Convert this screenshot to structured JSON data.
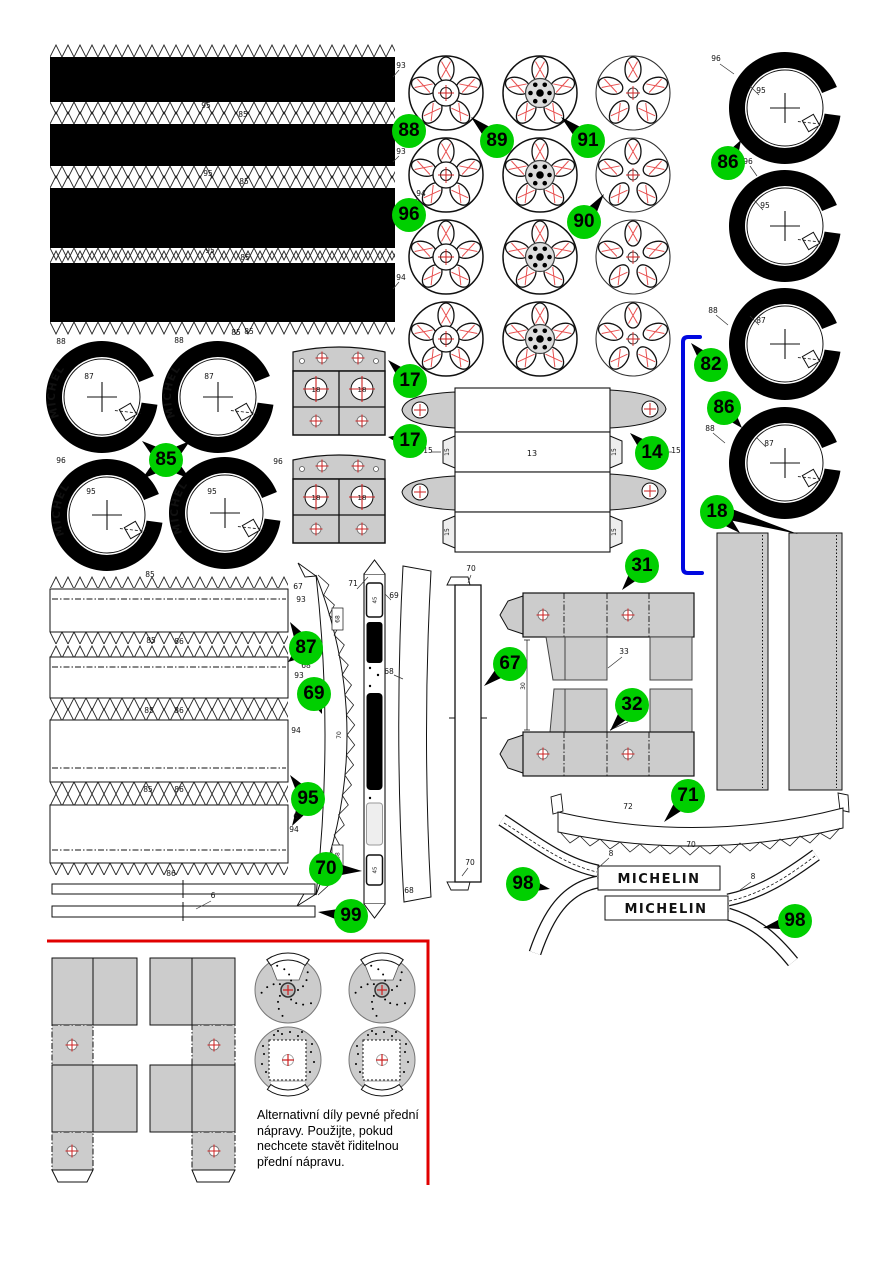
{
  "document_type": "papercraft-model-sheet",
  "colors": {
    "badge_green": "#00cf00",
    "accent_red": "#e10000",
    "bracket_blue": "#0008e0",
    "part_gray": "#cccccc",
    "crosshair_red": "#cc2222",
    "wheel_hatch_red": "#e85050",
    "tread_black": "#000000"
  },
  "tire_brand": "MICHELIN",
  "logos": [
    "MICHELIN",
    "MICHELIN"
  ],
  "badges": [
    "88",
    "96",
    "89",
    "91",
    "90",
    "86",
    "82",
    "86",
    "18",
    "17",
    "17",
    "14",
    "85",
    "87",
    "69",
    "95",
    "67",
    "31",
    "32",
    "71",
    "70",
    "99",
    "98",
    "98"
  ],
  "labels": [
    "93",
    "93",
    "94",
    "94",
    "95",
    "85",
    "95",
    "85",
    "95",
    "85",
    "85",
    "96",
    "95",
    "96",
    "95",
    "88",
    "87",
    "88",
    "87",
    "88",
    "87",
    "88",
    "87",
    "85",
    "96",
    "95",
    "96",
    "95",
    "18",
    "18",
    "18",
    "18",
    "13",
    "15",
    "15",
    "15",
    "15",
    "15",
    "15",
    "85",
    "67",
    "93",
    "85",
    "86",
    "68",
    "93",
    "85",
    "86",
    "94",
    "85",
    "86",
    "67",
    "94",
    "86",
    "71",
    "69",
    "68",
    "70",
    "70",
    "68",
    "45",
    "45",
    "70",
    "68",
    "68",
    "33",
    "33",
    "30",
    "72",
    "70",
    "8",
    "8",
    "6"
  ],
  "note_lines": [
    "Alternativní díly pevné přední",
    "nápravy. Použijte, pokud",
    "nechcete stavět řiditelnou",
    "přední nápravu."
  ]
}
